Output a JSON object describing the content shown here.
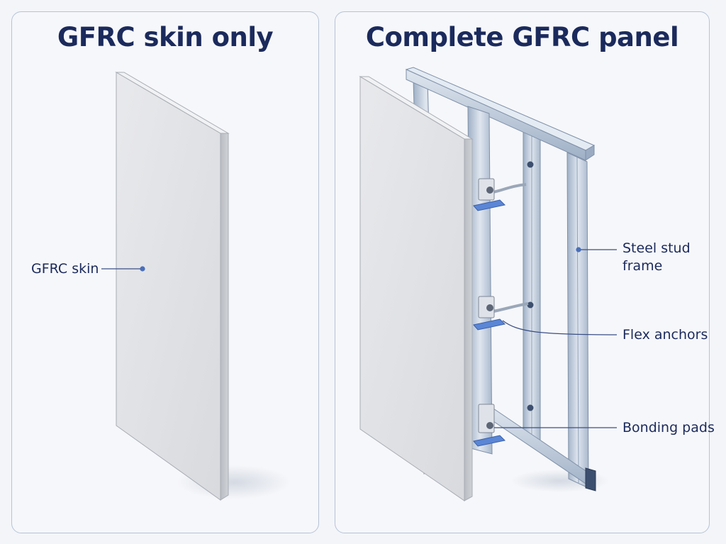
{
  "left": {
    "title": "GFRC skin only",
    "labels": {
      "skin": "GFRC skin"
    }
  },
  "right": {
    "title": "Complete GFRC panel",
    "labels": {
      "frame_line1": "Steel stud",
      "frame_line2": "frame",
      "anchors": "Flex anchors",
      "pads": "Bonding pads"
    }
  },
  "colors": {
    "title": "#1b2a5c",
    "border": "#b7c3d6",
    "concrete": "#e2e4e8",
    "steel": "#bfcad8",
    "pad_blue": "#5b86d6",
    "leader": "#3a4f86"
  }
}
